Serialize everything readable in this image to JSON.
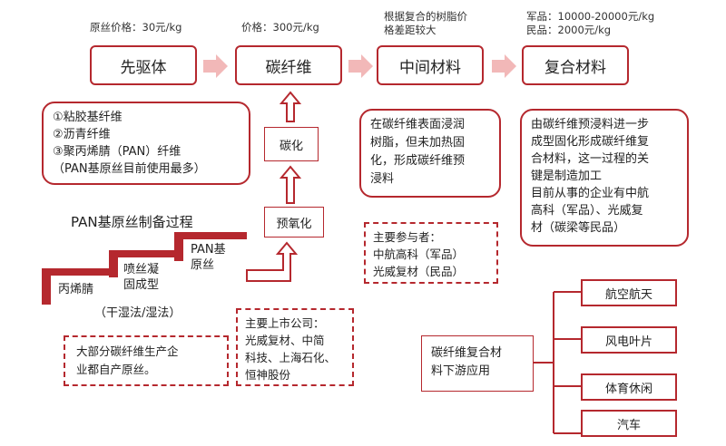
{
  "top_notes": {
    "raw_price": "原丝价格：30元/kg",
    "cf_price": "价格：300元/kg",
    "mid_note_line1": "根据复合的树脂价",
    "mid_note_line2": "格差距较大",
    "mil_price": "军品：10000-20000元/kg",
    "civ_price": "民品：2000元/kg"
  },
  "stages": {
    "precursor": "先驱体",
    "carbon_fiber": "碳纤维",
    "intermediate": "中间材料",
    "composite": "复合材料"
  },
  "precursor_types": {
    "line1": "①粘胶基纤维",
    "line2": "②沥青纤维",
    "line3": "③聚丙烯腈（PAN）纤维",
    "line4": "（PAN基原丝目前使用最多）"
  },
  "process": {
    "carbonize": "碳化",
    "pre_oxidize": "预氧化"
  },
  "pan_process": {
    "title": "PAN基原丝制备过程",
    "step1": "丙烯腈",
    "step2_line1": "喷丝凝",
    "step2_line2": "固成型",
    "step3_line1": "PAN基",
    "step3_line2": "原丝",
    "method": "（干湿法/湿法）"
  },
  "intermediate_desc": {
    "line1": "在碳纤维表面浸润",
    "line2": "树脂，但未加热固",
    "line3": "化，形成碳纤维预",
    "line4": "浸料"
  },
  "participants": {
    "line1": "主要参与者：",
    "line2": "中航高科（军品）",
    "line3": "光威复材（民品）"
  },
  "composite_desc": {
    "line1": "由碳纤维预浸料进一步",
    "line2": "成型固化形成碳纤维复",
    "line3": "合材料，这一过程的关",
    "line4": "键是制造加工",
    "line5": "目前从事的企业有中航",
    "line6": "高科（军品）、光威复",
    "line7": "材（碳梁等民品）"
  },
  "self_produce": {
    "line1": "大部分碳纤维生产企",
    "line2": "业都自产原丝。"
  },
  "listed": {
    "line1": "主要上市公司：",
    "line2": "光威复材、中简",
    "line3": "科技、上海石化、",
    "line4": "恒神股份"
  },
  "downstream": {
    "line1": "碳纤维复合材",
    "line2": "料下游应用"
  },
  "applications": [
    "航空航天",
    "风电叶片",
    "体育休闲",
    "汽车"
  ],
  "colors": {
    "accent": "#b5282e",
    "arrow": "#f2b8b8"
  }
}
